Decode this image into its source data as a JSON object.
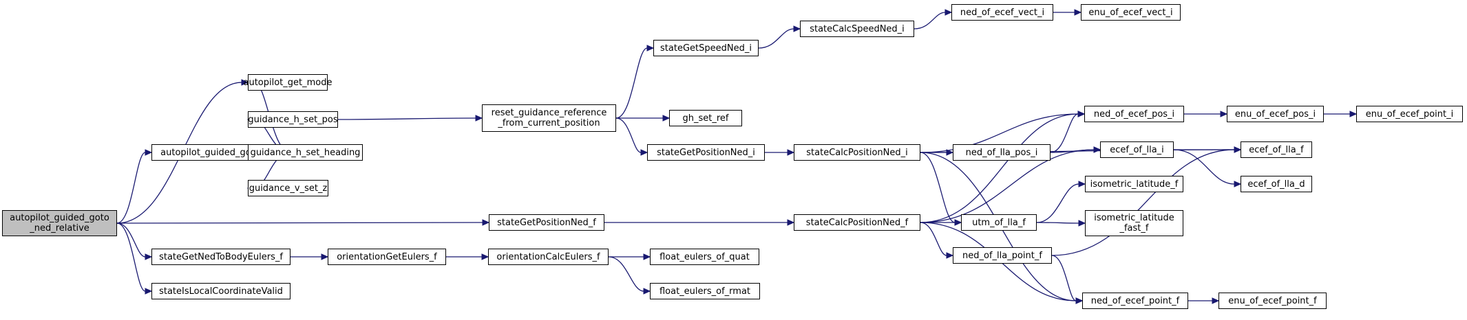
{
  "graph": {
    "colors": {
      "edge": "#191970",
      "node_border": "#000000",
      "root_fill": "#bfbfbf",
      "node_fill": "#ffffff"
    },
    "nodes": [
      {
        "id": "root",
        "label": "autopilot_guided_goto\n_ned_relative"
      },
      {
        "id": "agm",
        "label": "autopilot_get_mode"
      },
      {
        "id": "aggn",
        "label": "autopilot_guided_goto_ned"
      },
      {
        "id": "ghsp",
        "label": "guidance_h_set_pos"
      },
      {
        "id": "ghsh",
        "label": "guidance_h_set_heading"
      },
      {
        "id": "gvsz",
        "label": "guidance_v_set_z"
      },
      {
        "id": "rgr",
        "label": "reset_guidance_reference\n_from_current_position"
      },
      {
        "id": "sgsni",
        "label": "stateGetSpeedNed_i"
      },
      {
        "id": "ghsr",
        "label": "gh_set_ref"
      },
      {
        "id": "sgpni",
        "label": "stateGetPositionNed_i"
      },
      {
        "id": "scsni",
        "label": "stateCalcSpeedNed_i"
      },
      {
        "id": "noevi",
        "label": "ned_of_ecef_vect_i"
      },
      {
        "id": "eoevi",
        "label": "enu_of_ecef_vect_i"
      },
      {
        "id": "scpni",
        "label": "stateCalcPositionNed_i"
      },
      {
        "id": "noepi",
        "label": "ned_of_ecef_pos_i"
      },
      {
        "id": "eoepi",
        "label": "enu_of_ecef_pos_i"
      },
      {
        "id": "eoepti",
        "label": "enu_of_ecef_point_i"
      },
      {
        "id": "nolpi",
        "label": "ned_of_lla_pos_i"
      },
      {
        "id": "eoli",
        "label": "ecef_of_lla_i"
      },
      {
        "id": "eolf",
        "label": "ecef_of_lla_f"
      },
      {
        "id": "eold",
        "label": "ecef_of_lla_d"
      },
      {
        "id": "sgpnf",
        "label": "stateGetPositionNed_f"
      },
      {
        "id": "scpnf",
        "label": "stateCalcPositionNed_f"
      },
      {
        "id": "uolf",
        "label": "utm_of_lla_f"
      },
      {
        "id": "ilf",
        "label": "isometric_latitude_f"
      },
      {
        "id": "ilff",
        "label": "isometric_latitude\n_fast_f"
      },
      {
        "id": "nolptf",
        "label": "ned_of_lla_point_f"
      },
      {
        "id": "noeptf",
        "label": "ned_of_ecef_point_f"
      },
      {
        "id": "eoeptf",
        "label": "enu_of_ecef_point_f"
      },
      {
        "id": "sgntbe",
        "label": "stateGetNedToBodyEulers_f"
      },
      {
        "id": "oge",
        "label": "orientationGetEulers_f"
      },
      {
        "id": "oce",
        "label": "orientationCalcEulers_f"
      },
      {
        "id": "feoq",
        "label": "float_eulers_of_quat"
      },
      {
        "id": "feor",
        "label": "float_eulers_of_rmat"
      },
      {
        "id": "silcv",
        "label": "stateIsLocalCoordinateValid"
      }
    ],
    "edges": [
      [
        "root",
        "agm"
      ],
      [
        "root",
        "aggn"
      ],
      [
        "root",
        "sgpnf"
      ],
      [
        "root",
        "sgntbe"
      ],
      [
        "root",
        "silcv"
      ],
      [
        "aggn",
        "agm"
      ],
      [
        "aggn",
        "ghsp"
      ],
      [
        "aggn",
        "ghsh"
      ],
      [
        "aggn",
        "gvsz"
      ],
      [
        "ghsp",
        "rgr"
      ],
      [
        "rgr",
        "sgsni"
      ],
      [
        "rgr",
        "ghsr"
      ],
      [
        "rgr",
        "sgpni"
      ],
      [
        "sgsni",
        "scsni"
      ],
      [
        "scsni",
        "noevi"
      ],
      [
        "noevi",
        "eoevi"
      ],
      [
        "sgpni",
        "scpni"
      ],
      [
        "scpni",
        "eolf"
      ],
      [
        "scpni",
        "noepi"
      ],
      [
        "scpni",
        "nolpi"
      ],
      [
        "scpni",
        "uolf"
      ],
      [
        "scpni",
        "noeptf"
      ],
      [
        "noepi",
        "eoepi"
      ],
      [
        "eoepi",
        "eoepti"
      ],
      [
        "nolpi",
        "noepi"
      ],
      [
        "nolpi",
        "eoli"
      ],
      [
        "eoli",
        "eolf"
      ],
      [
        "eoli",
        "eold"
      ],
      [
        "sgpnf",
        "scpnf"
      ],
      [
        "scpnf",
        "noepi"
      ],
      [
        "scpnf",
        "eoli"
      ],
      [
        "scpnf",
        "uolf"
      ],
      [
        "scpnf",
        "nolptf"
      ],
      [
        "scpnf",
        "noeptf"
      ],
      [
        "uolf",
        "ilf"
      ],
      [
        "uolf",
        "ilff"
      ],
      [
        "nolptf",
        "eolf"
      ],
      [
        "nolptf",
        "noeptf"
      ],
      [
        "noeptf",
        "eoeptf"
      ],
      [
        "sgntbe",
        "oge"
      ],
      [
        "oge",
        "oce"
      ],
      [
        "oce",
        "feoq"
      ],
      [
        "oce",
        "feor"
      ]
    ]
  }
}
